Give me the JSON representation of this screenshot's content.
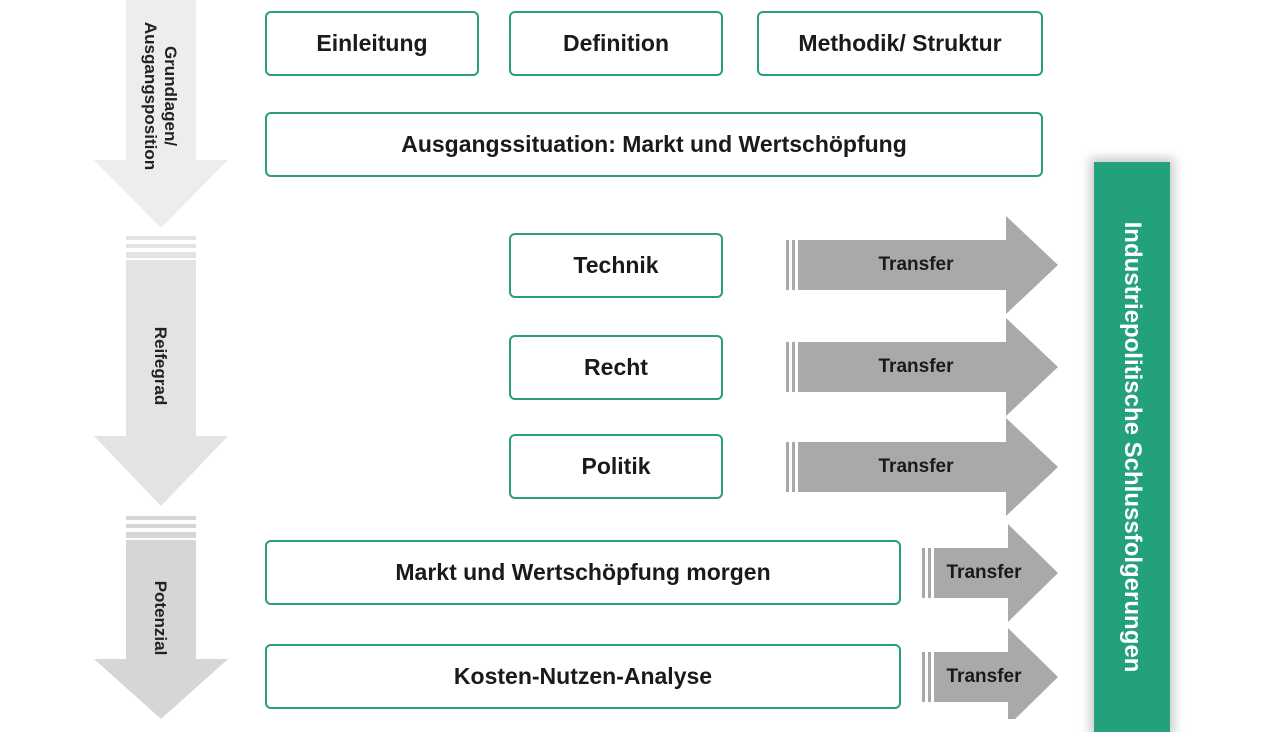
{
  "left_stages": [
    {
      "id": "grundlagen",
      "line1": "Grundlagen/",
      "line2": "Ausgangsposition",
      "color": "#ededed"
    },
    {
      "id": "reifegrad",
      "line1": "Reifegrad",
      "line2": "",
      "color": "#e3e3e3"
    },
    {
      "id": "potenzial",
      "line1": "Potenzial",
      "line2": "",
      "color": "#d6d6d6"
    }
  ],
  "boxes": {
    "einleitung": "Einleitung",
    "definition": "Definition",
    "methodik": "Methodik/ Struktur",
    "ausgangssituation": "Ausgangssituation: Markt und Wertschöpfung",
    "technik": "Technik",
    "recht": "Recht",
    "politik": "Politik",
    "markt_morgen": "Markt und Wertschöpfung morgen",
    "kosten_nutzen": "Kosten-Nutzen-Analyse"
  },
  "transfer_label": "Transfer",
  "conclusion": "Industriepolitische Schlussfolgerungen",
  "colors": {
    "accent": "#2a9d7c",
    "conclusion_bg": "#23a07c",
    "transfer_arrow": "#a9a9a9"
  }
}
